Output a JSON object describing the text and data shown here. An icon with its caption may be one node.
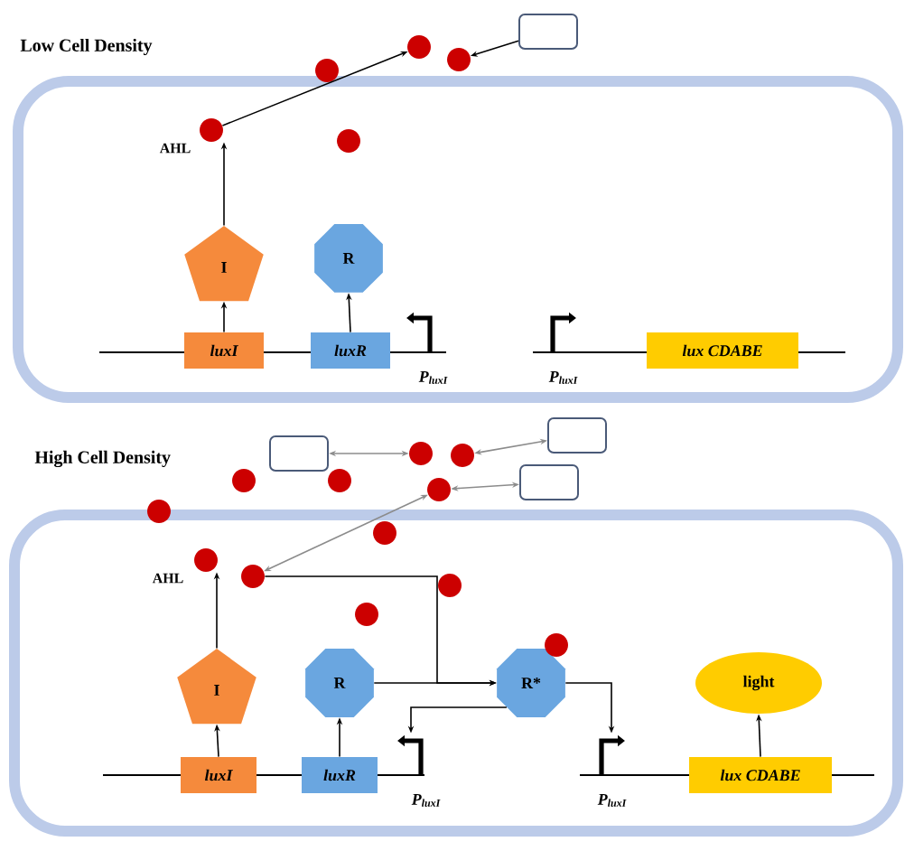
{
  "diagram": {
    "nodes": [
      {
        "text": [
          "Low Cell Density"
        ]
      },
      {
        "text": [],
        "shape": "box"
      },
      {
        "text": [],
        "shape": "circle",
        "beside": [
          "AHL"
        ],
        "in": 0
      },
      {
        "text": [],
        "shape": "circle"
      },
      {
        "text": [],
        "shape": "circle"
      },
      {
        "text": [
          "I"
        ],
        "in": 0
      },
      {
        "text": [
          "R"
        ],
        "in": 0
      },
      {
        "text": [
          "luxI"
        ],
        "in": 0
      },
      {
        "text": [
          "luxR"
        ],
        "in": 0
      },
      {
        "text": [],
        "shape": "promoter",
        "beside": [
          "P$_{luxI}$"
        ],
        "in": 0
      },
      {
        "text": [],
        "shape": "promoter",
        "beside": [
          "P$_{luxI}$"
        ],
        "in": 0
      },
      {
        "text": [
          "lux CDABE"
        ],
        "in": 0
      },
      {
        "text": [
          "High Cell Density"
        ]
      },
      {
        "text": [],
        "shape": "box"
      },
      {
        "text": [],
        "shape": "box"
      },
      {
        "text": [],
        "shape": "box"
      },
      {
        "text": [],
        "shape": "circle"
      },
      {
        "text": [],
        "shape": "circle"
      },
      {
        "text": [],
        "shape": "circle"
      },
      {
        "text": [],
        "shape": "circle",
        "beside": [
          "AHL"
        ],
        "in": 12
      },
      {
        "text": [],
        "shape": "circle",
        "in": 12
      },
      {
        "text": [
          "I"
        ],
        "in": 12
      },
      {
        "text": [
          "R"
        ],
        "in": 12
      },
      {
        "text": [
          "R*"
        ],
        "in": 12
      },
      {
        "text": [
          "light"
        ],
        "in": 12
      },
      {
        "text": [
          "luxI"
        ],
        "in": 12
      },
      {
        "text": [
          "luxR"
        ],
        "in": 12
      },
      {
        "text": [],
        "shape": "promoter",
        "beside": [
          "P$_{luxI}$"
        ],
        "in": 12
      },
      {
        "text": [],
        "shape": "promoter",
        "beside": [
          "P$_{luxI}$"
        ],
        "in": 12
      },
      {
        "text": [
          "lux CDABE"
        ],
        "in": 12
      },
      {
        "text": [],
        "shape": "circle"
      },
      {
        "text": [],
        "shape": "circle",
        "in": 0
      },
      {
        "text": [],
        "shape": "circle"
      },
      {
        "text": [],
        "shape": "circle"
      },
      {
        "text": [],
        "shape": "circle"
      },
      {
        "text": [],
        "shape": "circle",
        "in": 12
      },
      {
        "text": [],
        "shape": "circle",
        "in": 12
      },
      {
        "text": [],
        "shape": "circle",
        "in": 12
      },
      {
        "text": [],
        "shape": "circle",
        "in": 12
      }
    ],
    "edges": [
      {
        "from": 7,
        "to": 5,
        "arrow": "to"
      },
      {
        "from": 8,
        "to": 6,
        "arrow": "to"
      },
      {
        "from": 5,
        "to": 2,
        "arrow": "to"
      },
      {
        "from": 2,
        "to": 3,
        "arrow": "to"
      },
      {
        "from": 1,
        "to": 4,
        "arrow": "to"
      },
      {
        "from": 25,
        "to": 21,
        "arrow": "to"
      },
      {
        "from": 26,
        "to": 22,
        "arrow": "to"
      },
      {
        "from": 21,
        "to": 19,
        "arrow": "to"
      },
      {
        "from": 22,
        "to": 23,
        "arrow": "to"
      },
      {
        "from": 20,
        "to": 23,
        "arrow": "to"
      },
      {
        "from": 23,
        "to": 27,
        "arrow": "to"
      },
      {
        "from": 23,
        "to": 28,
        "arrow": "to"
      },
      {
        "from": 29,
        "to": 24,
        "arrow": "to"
      },
      {
        "from": 13,
        "to": 16,
        "arrow": "both",
        "color": "#8c8c8c"
      },
      {
        "from": 17,
        "to": 14,
        "arrow": "both",
        "color": "#8c8c8c"
      },
      {
        "from": 18,
        "to": 15,
        "arrow": "both",
        "color": "#8c8c8c"
      },
      {
        "from": 18,
        "to": 20,
        "arrow": "both",
        "color": "#8c8c8c"
      }
    ]
  }
}
